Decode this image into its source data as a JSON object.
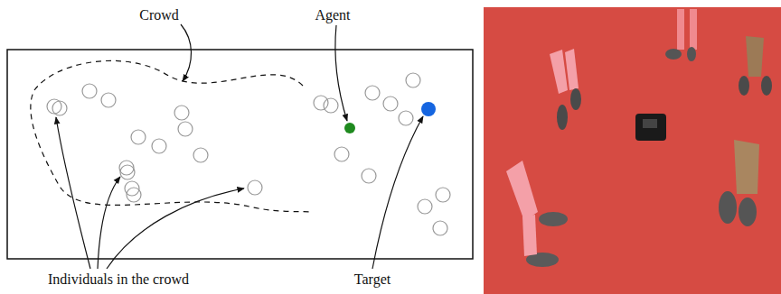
{
  "diagram": {
    "labels": [
      "Crowd",
      "Agent",
      "Individuals in the crowd",
      "Target"
    ]
  }
}
